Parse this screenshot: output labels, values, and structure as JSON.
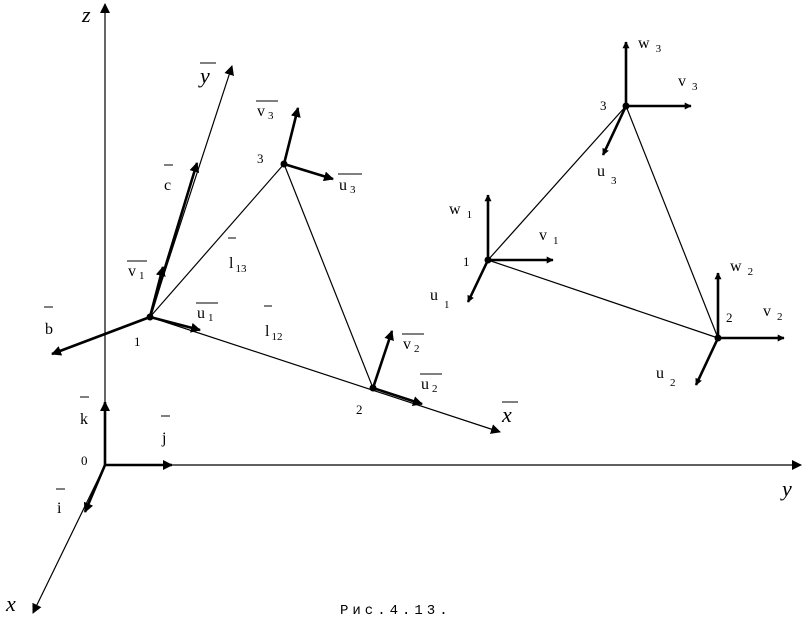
{
  "axes": {
    "x": "x",
    "y": "y",
    "z": "z",
    "origin": "0"
  },
  "unit_vectors": {
    "i": "i",
    "j": "j",
    "k": "k"
  },
  "element": {
    "local_x": "x",
    "local_y": "y",
    "b": "b",
    "c": "c",
    "l13": {
      "base": "l",
      "sub": "13"
    },
    "l12": {
      "base": "l",
      "sub": "12"
    },
    "node1": "1",
    "node2": "2",
    "node3": "3",
    "u1": {
      "base": "u",
      "sub": "1"
    },
    "v1": {
      "base": "v",
      "sub": "1"
    },
    "u2": {
      "base": "u",
      "sub": "2"
    },
    "v2": {
      "base": "v",
      "sub": "2"
    },
    "u3": {
      "base": "u",
      "sub": "3"
    },
    "v3": {
      "base": "v",
      "sub": "3"
    }
  },
  "right": {
    "node1": "1",
    "node2": "2",
    "node3": "3",
    "u1": {
      "base": "u",
      "sub": "1"
    },
    "v1": {
      "base": "v",
      "sub": "1"
    },
    "w1": {
      "base": "w",
      "sub": "1"
    },
    "u2": {
      "base": "u",
      "sub": "2"
    },
    "v2": {
      "base": "v",
      "sub": "2"
    },
    "w2": {
      "base": "w",
      "sub": "2"
    },
    "u3": {
      "base": "u",
      "sub": "3"
    },
    "v3": {
      "base": "v",
      "sub": "3"
    },
    "w3": {
      "base": "w",
      "sub": "3"
    }
  },
  "caption": "Рис.4.13."
}
